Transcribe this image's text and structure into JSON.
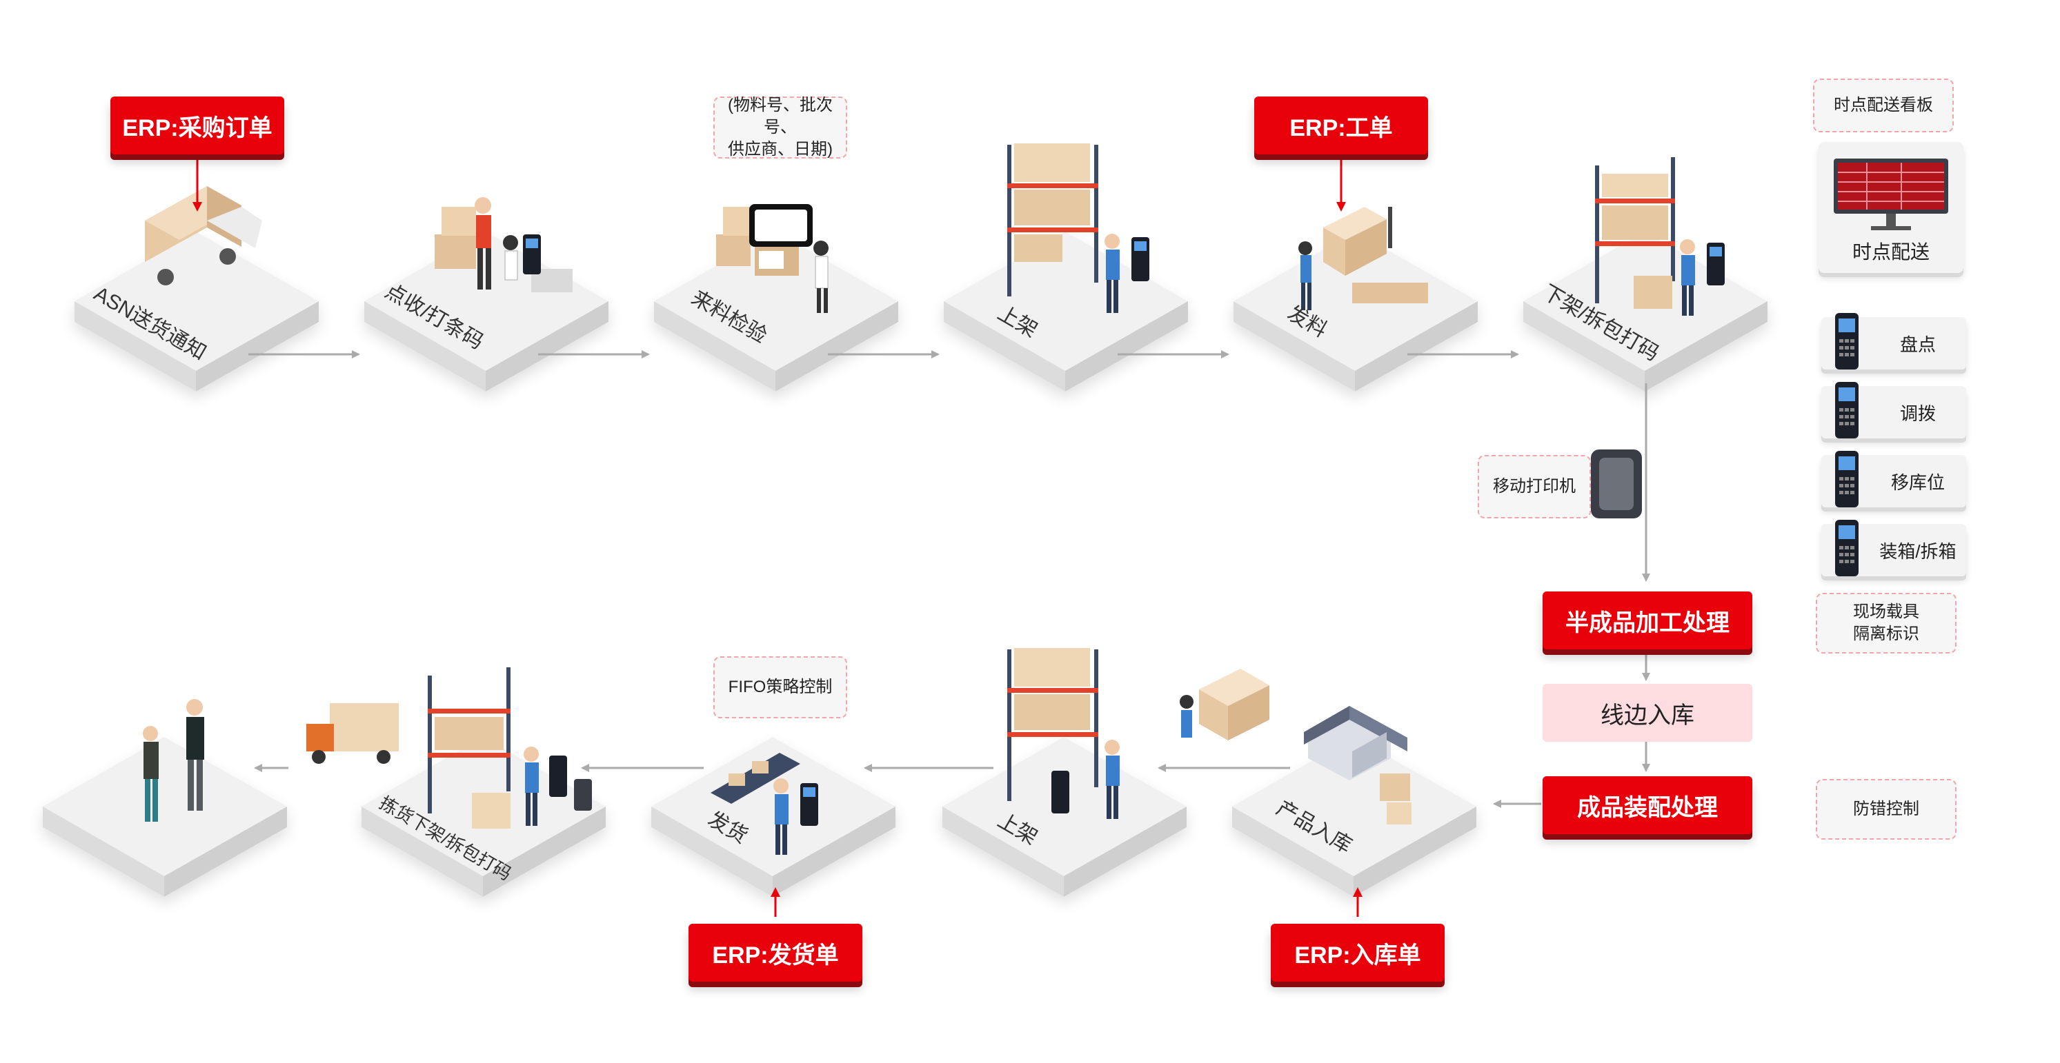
{
  "erp_docs": {
    "purchase_order": "ERP:采购订单",
    "work_order": "ERP:工单",
    "delivery_order": "ERP:发货单",
    "inbound_order": "ERP:入库单"
  },
  "top_row": {
    "asn": "ASN送货通知",
    "receive": "点收/打条码",
    "inspect": "来料检验",
    "shelve": "上架",
    "issue": "发料",
    "unpack": "下架/拆包打码"
  },
  "bottom_row": {
    "product_in": "产品入库",
    "shelve": "上架",
    "ship": "发货",
    "pick": "拣货下架/拆包打码"
  },
  "notes": {
    "batch_info": "(物料号、批次号、\n供应商、日期)",
    "fifo": "FIFO策略控制",
    "mobile_printer": "移动打印机",
    "kanban": "时点配送看板",
    "carrier": "现场载具\n隔离标识",
    "error_proof": "防错控制"
  },
  "processes": {
    "semi_finished": "半成品加工处理",
    "line_side": "线边入库",
    "assembly": "成品装配处理"
  },
  "side_panel": {
    "board_label": "时点配送",
    "tools": [
      "盘点",
      "调拨",
      "移库位",
      "装箱/拆箱"
    ]
  },
  "colors": {
    "erp_red": "#e8000b",
    "line_pink": "#fddde0",
    "platform": "#f1f1f1",
    "arrow_gray": "#aaaaaa"
  }
}
